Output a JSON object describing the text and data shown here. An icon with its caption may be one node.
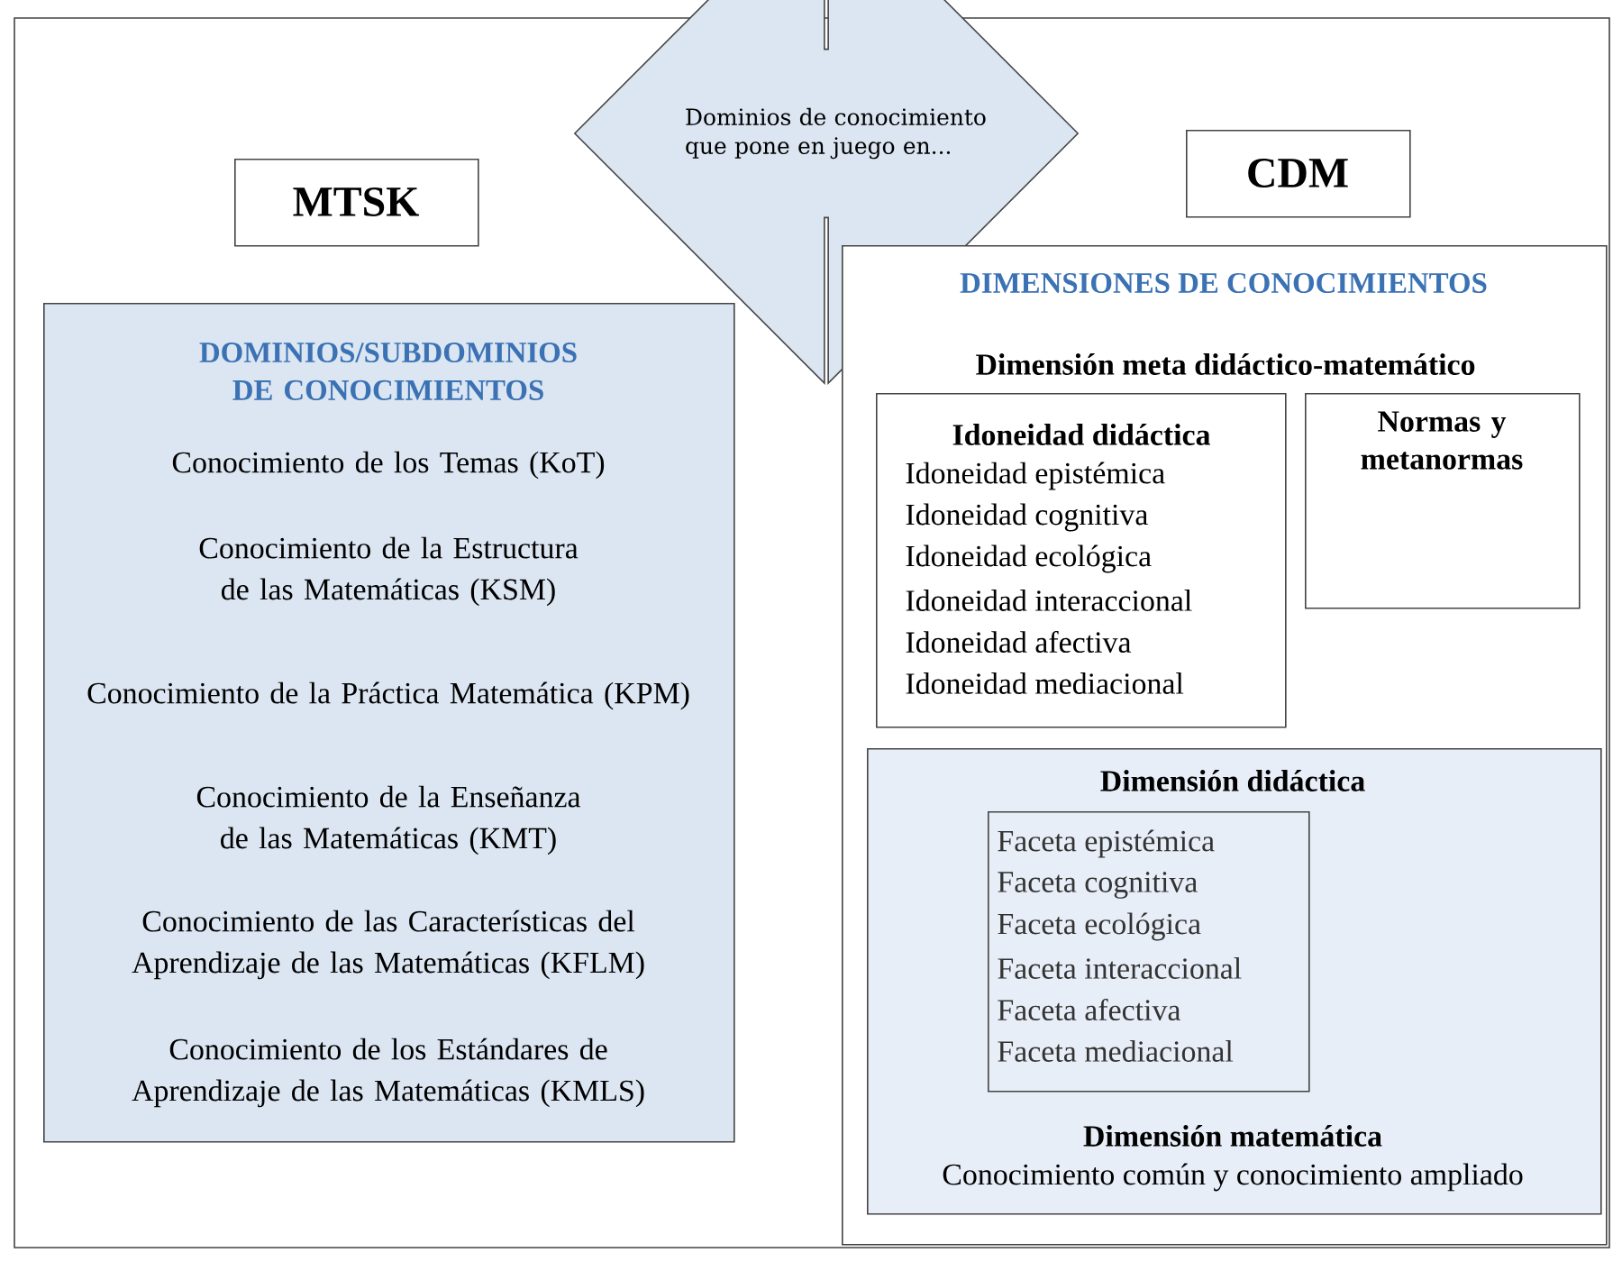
{
  "diagram": {
    "nodes": [
      {
        "text": [
          "MTSK"
        ]
      },
      {
        "text": [
          "Dominios de conocimiento que pone en juego en..."
        ]
      },
      {
        "text": [
          "CDM"
        ]
      },
      {
        "text": [
          "DOMINIOS/SUBDOMINIOS DE CONOCIMIENTOS",
          "Conocimiento de los Temas (KoT)",
          "Conocimiento de la Estructura de las Matemáticas (KSM)",
          "Conocimiento de la Práctica Matemática (KPM)",
          "Conocimiento de la Enseñanza de las Matemáticas (KMT)",
          "Conocimiento de las Características del Aprendizaje de las Matemáticas (KFLM)",
          "Conocimiento de los Estándares de Aprendizaje de las Matemáticas (KMLS)"
        ]
      },
      {
        "text": [
          "DIMENSIONES DE CONOCIMIENTOS",
          "Dimensión meta didáctico-matemático"
        ]
      },
      {
        "text": [
          "Idoneidad didáctica",
          "Idoneidad epistémica",
          "Idoneidad cognitiva",
          "Idoneidad ecológica",
          "Idoneidad interaccional",
          "Idoneidad afectiva",
          "Idoneidad mediacional"
        ],
        "in": 4
      },
      {
        "text": [
          "Normas y metanormas"
        ],
        "in": 4
      },
      {
        "text": [
          "Dimensión didáctica",
          "Dimensión matemática",
          "Conocimiento común y conocimiento ampliado"
        ],
        "in": 4
      },
      {
        "text": [
          "Faceta epistémica",
          "Faceta cognitiva",
          "Faceta ecológica",
          "Faceta interaccional",
          "Faceta afectiva",
          "Faceta mediacional"
        ],
        "in": 7
      }
    ]
  }
}
